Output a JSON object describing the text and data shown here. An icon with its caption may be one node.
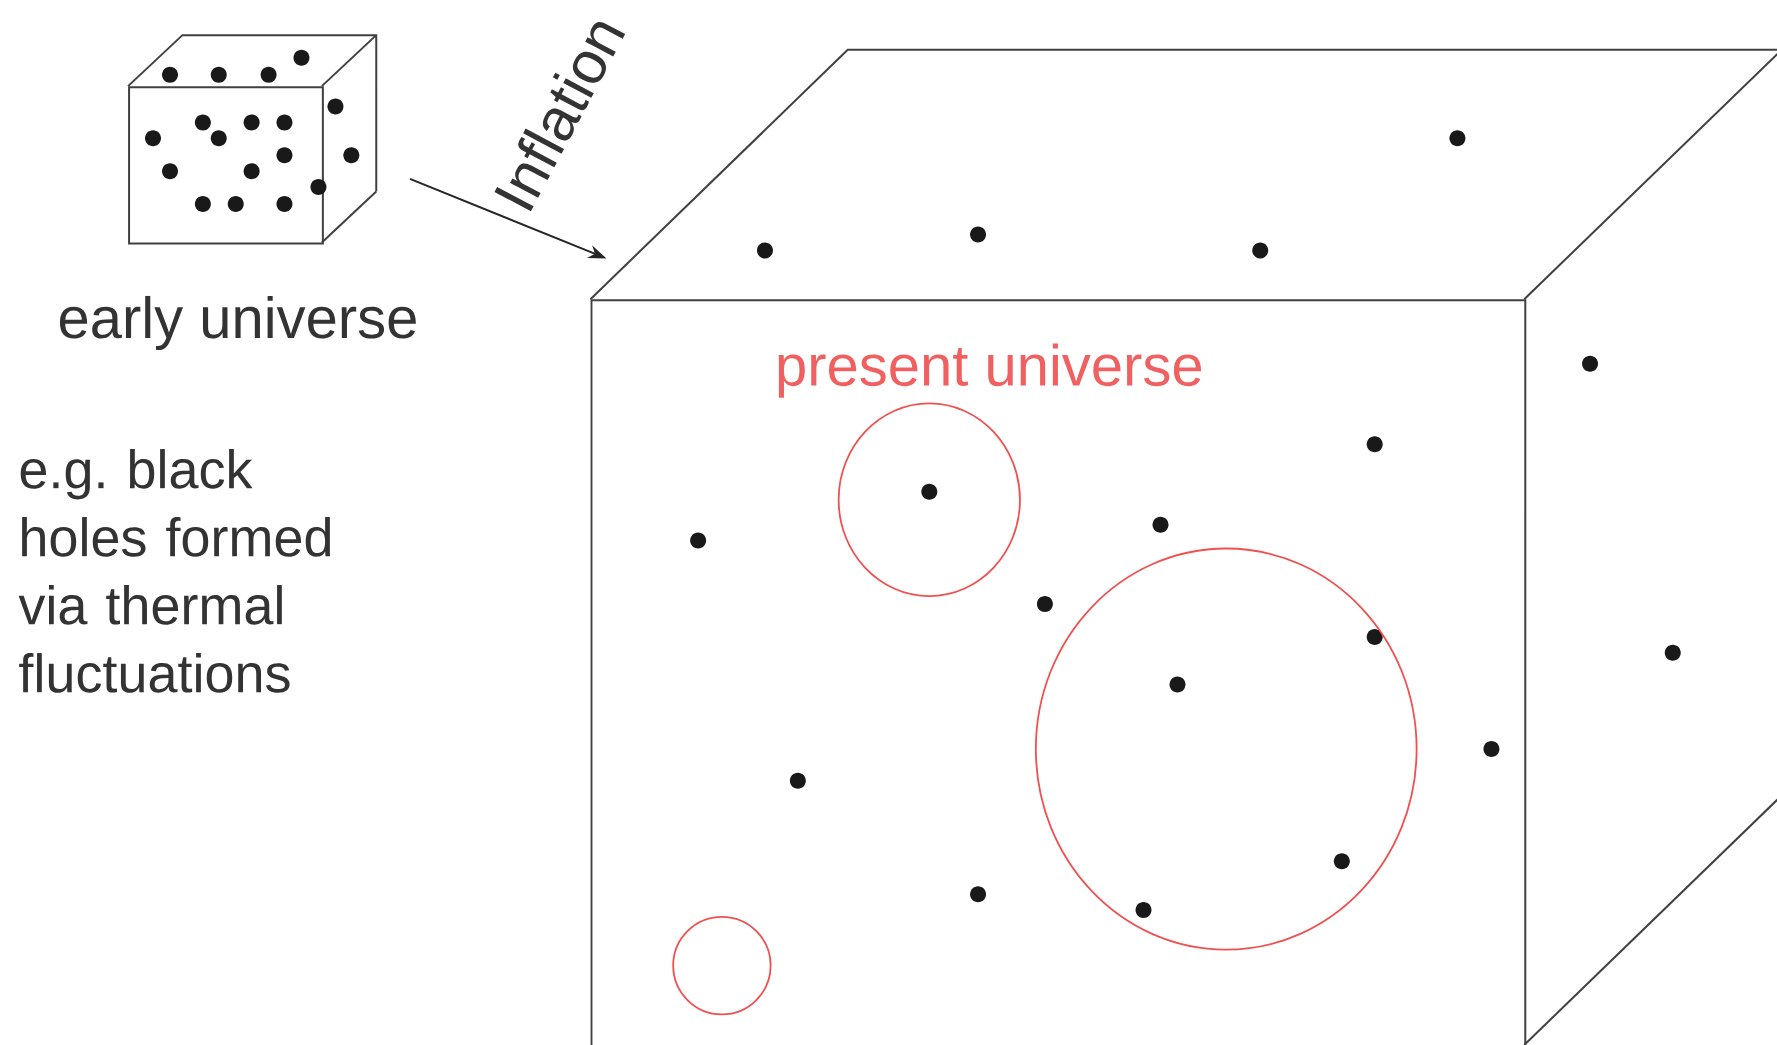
{
  "diagram": {
    "nodes": [
      {
        "text": [],
        "shape": "picture",
        "beside": [
          "early universe"
        ]
      },
      {
        "text": [],
        "shape": "picture"
      },
      {
        "text": [],
        "shape": "circle",
        "in": 1
      },
      {
        "text": [],
        "shape": "circle",
        "in": 1
      },
      {
        "text": [],
        "shape": "circle",
        "in": 1
      }
    ],
    "edges": [
      {
        "from": 0,
        "to": 1,
        "arrow": "to",
        "label": "Inflation"
      }
    ],
    "labels": [
      "e.g. black holes formed via thermal fluctuations",
      "present universe"
    ]
  }
}
